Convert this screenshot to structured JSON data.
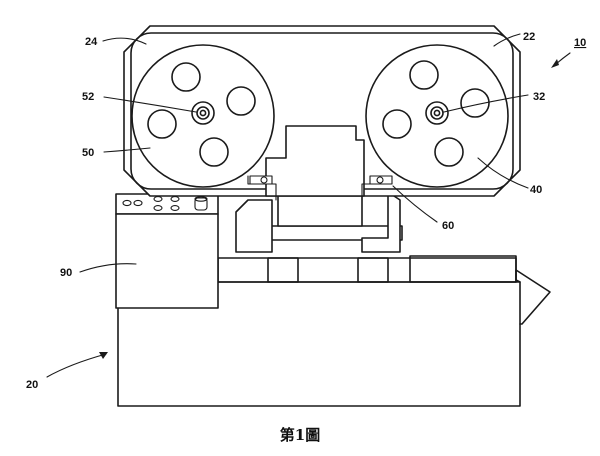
{
  "figure": {
    "caption": "第1圖"
  },
  "labels": {
    "l10": "10",
    "l20": "20",
    "l22": "22",
    "l24": "24",
    "l32": "32",
    "l40": "40",
    "l50": "50",
    "l52": "52",
    "l60": "60",
    "l90": "90"
  },
  "colors": {
    "line": "#1a1a1a",
    "background": "#ffffff"
  }
}
